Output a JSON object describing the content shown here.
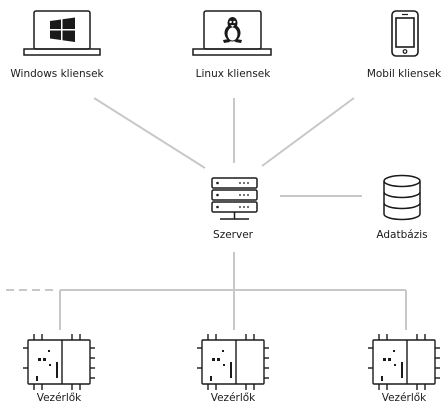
{
  "clients": {
    "windows": {
      "label": "Windows kliensek",
      "icon": "windows-laptop-icon"
    },
    "linux": {
      "label": "Linux kliensek",
      "icon": "linux-laptop-icon"
    },
    "mobile": {
      "label": "Mobil kliensek",
      "icon": "smartphone-icon"
    }
  },
  "server": {
    "label": "Szerver",
    "icon": "server-icon"
  },
  "database": {
    "label": "Adatbázis",
    "icon": "database-icon"
  },
  "controllers": [
    {
      "label": "Vezérlők",
      "icon": "controller-cabinet-icon"
    },
    {
      "label": "Vezérlők",
      "icon": "controller-cabinet-icon"
    },
    {
      "label": "Vezérlők",
      "icon": "controller-cabinet-icon"
    }
  ],
  "colors": {
    "line": "#c8c8c8",
    "icon": "#1a1a1a"
  }
}
